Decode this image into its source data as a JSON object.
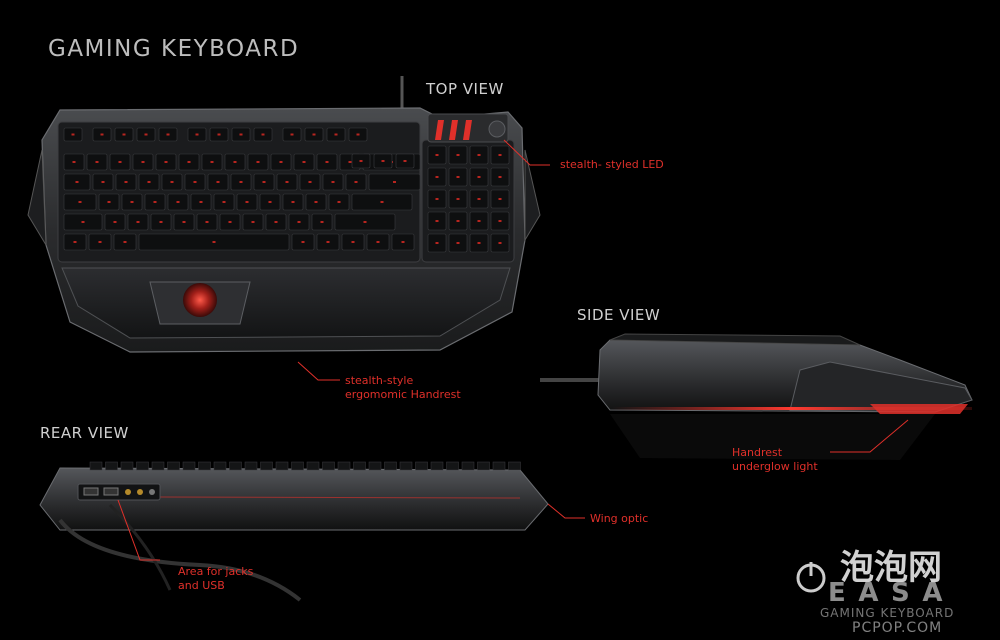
{
  "title": "GAMING KEYBOARD",
  "views": {
    "top": "TOP VIEW",
    "side": "SIDE VIEW",
    "rear": "REAR VIEW"
  },
  "callouts": {
    "led": "stealth- styled LED",
    "handrest_line1": "stealth-style",
    "handrest_line2": "ergomomic Handrest",
    "underglow_line1": "Handrest",
    "underglow_line2": "underglow light",
    "wing_optic": "Wing optic",
    "jacks_line1": "Area for jacks",
    "jacks_line2": "and USB"
  },
  "watermark": {
    "cn": "泡泡网",
    "brand": "E A S A",
    "gaming": "GAMING KEYBOARD",
    "site": "PCPOP.COM"
  },
  "colors": {
    "background": "#000000",
    "accent_red": "#e0302a",
    "body_grey": "#3a3b3d",
    "key_dark": "#161718"
  },
  "icons": {
    "watermark": "power-icon"
  }
}
